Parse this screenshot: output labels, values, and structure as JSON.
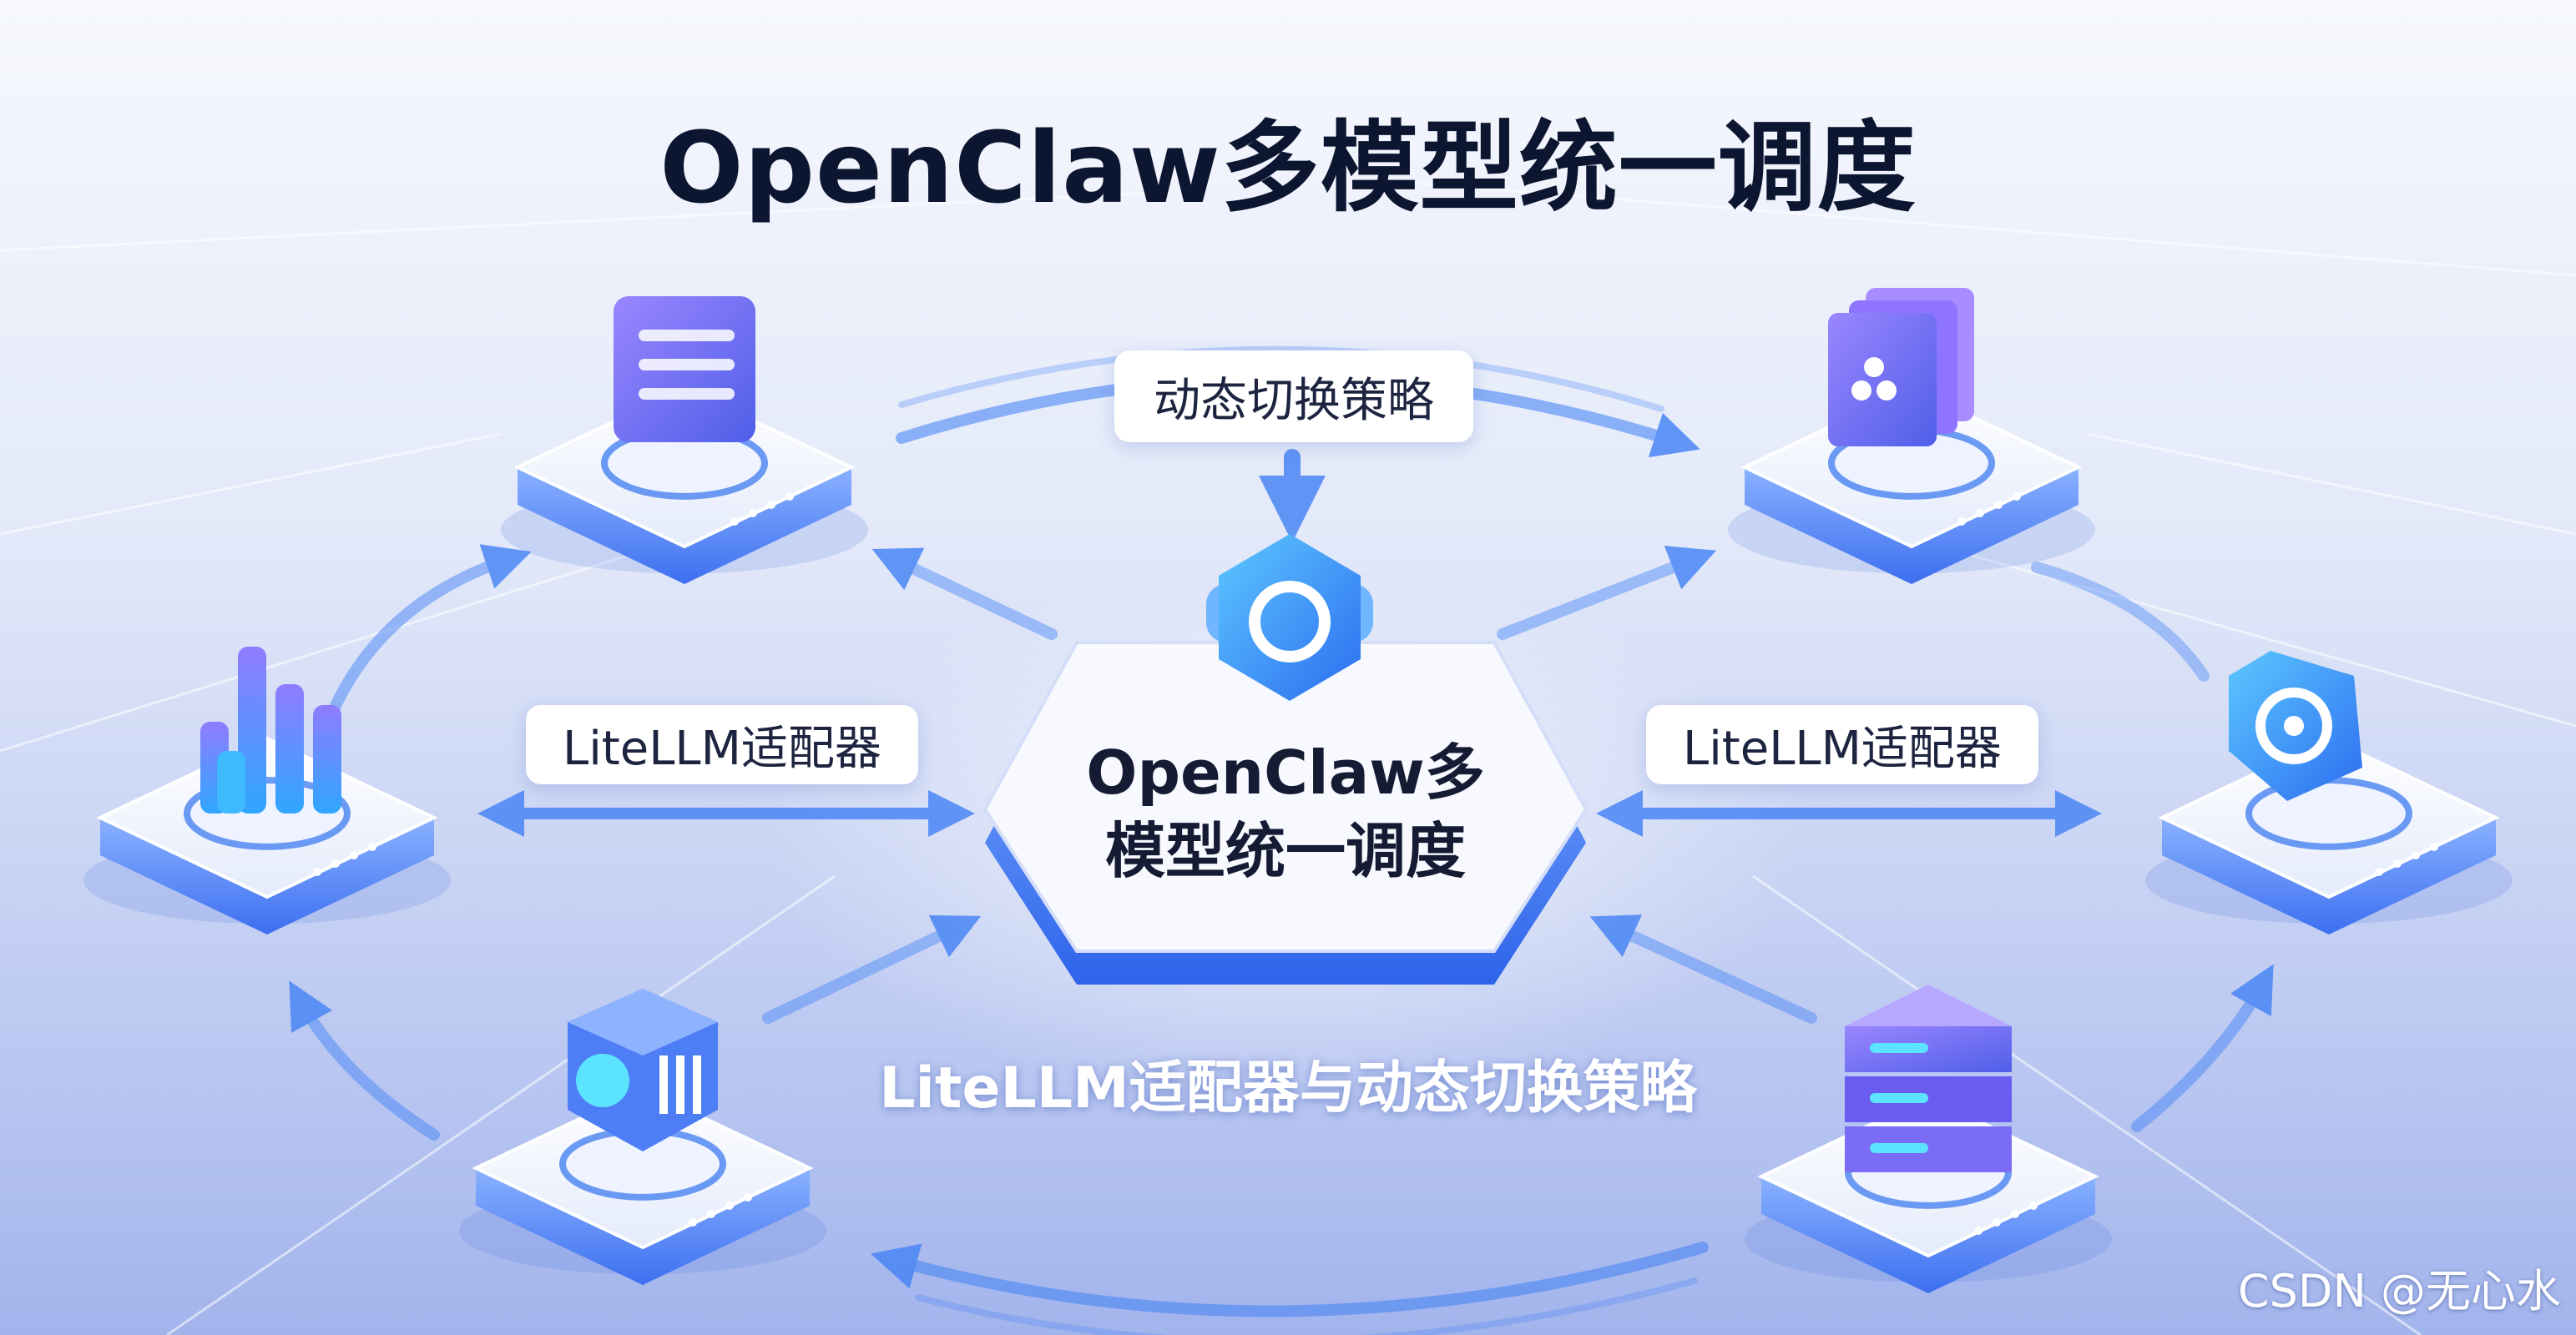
{
  "title": "OpenClaw多模型统一调度",
  "top_label": "动态切换策略",
  "left_label": "LiteLLM适配器",
  "right_label": "LiteLLM适配器",
  "center": {
    "line1": "OpenClaw多",
    "line2": "模型统一调度"
  },
  "subtitle": "LiteLLM适配器与动态切换策略",
  "watermark": "CSDN @无心水",
  "colors": {
    "accent": "#3d7bf0",
    "arrow": "#4a86f5",
    "title": "#0d1630",
    "box_top": "#ffffff",
    "icon_purple": "#6e5cf0"
  },
  "nodes": [
    {
      "id": "document-node",
      "icon": "document-icon"
    },
    {
      "id": "stack-node",
      "icon": "stacked-cards-icon"
    },
    {
      "id": "bar-chart-node",
      "icon": "bar-chart-icon"
    },
    {
      "id": "gear-node",
      "icon": "gear-icon"
    },
    {
      "id": "cube-node",
      "icon": "cube-icon"
    },
    {
      "id": "server-node",
      "icon": "server-icon"
    }
  ]
}
